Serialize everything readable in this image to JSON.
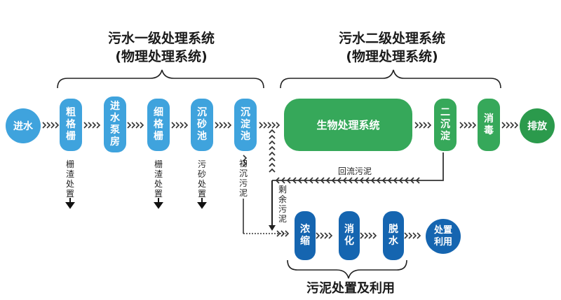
{
  "titles": {
    "primary_line1": "污水一级处理系统",
    "primary_line2": "(物理处理系统)",
    "secondary_line1": "污水二级处理系统",
    "secondary_line2": "(物理处理系统)",
    "sludge": "污泥处置及利用"
  },
  "nodes": {
    "inlet": "进水",
    "coarse_screen": "粗格栅",
    "pump_room": "进水泵房",
    "fine_screen": "细格栅",
    "grit_chamber": "沉砂池",
    "primary_clarifier": "沉淀池",
    "bio_system": "生物处理系统",
    "secondary_clarifier": "二沉淀",
    "disinfection": "消毒",
    "discharge": "排放",
    "thickening": "浓缩",
    "digestion": "消化",
    "dewatering": "脱水",
    "disposal": "处置利用"
  },
  "labels": {
    "screen_residue_1": "栅渣处置",
    "screen_residue_2": "栅渣处置",
    "grit_disposal": "污砂处置",
    "primary_sludge": "初沉污泥",
    "excess_sludge": "剩余污泥",
    "return_sludge": "回流污泥"
  },
  "colors": {
    "light_blue": "#3fa3dd",
    "mid_blue": "#2a80c9",
    "dark_blue": "#1565b0",
    "green": "#36a85a",
    "arrow": "#333333"
  }
}
